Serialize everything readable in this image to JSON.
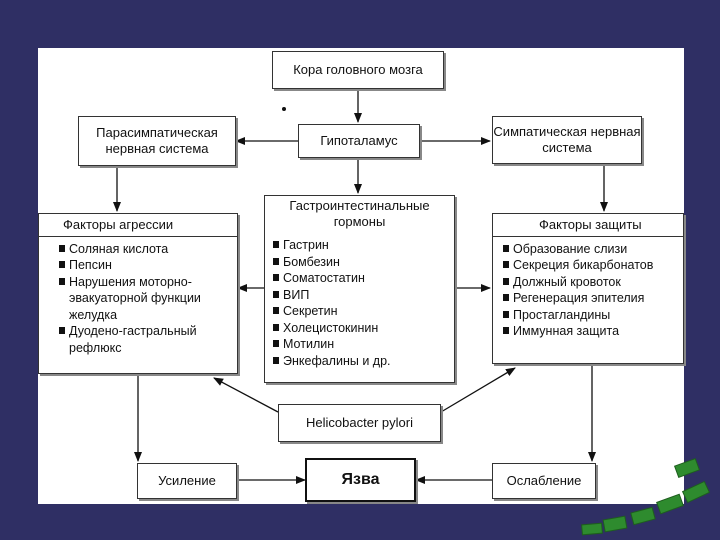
{
  "boxes": {
    "cortex": "Кора головного мозга",
    "hypothalamus": "Гипоталамус",
    "parasympathetic": "Парасимпатическая нервная система",
    "sympathetic": "Симпатическая нервная система",
    "hormones_title": "Гастроинтестинальные гормоны",
    "aggression_title": "Факторы агрессии",
    "defense_title": "Факторы защиты",
    "helicobacter": "Helicobacter pylori",
    "amplification": "Усиление",
    "ulcer": "Язва",
    "weakening": "Ослабление"
  },
  "aggression_items": [
    "Соляная кислота",
    "Пепсин",
    "Нарушения моторно-эвакуаторной функции желудка",
    "Дуодено-гастральный рефлюкс"
  ],
  "hormone_items": [
    "Гастрин",
    "Бомбезин",
    "Соматостатин",
    "ВИП",
    "Секретин",
    "Холецистокинин",
    "Мотилин",
    "Энкефалины и др."
  ],
  "defense_items": [
    "Образование слизи",
    "Секреция бикарбонатов",
    "Должный кровоток",
    "Регенерация эпителия",
    "Простагландины",
    "Иммунная защита"
  ],
  "colors": {
    "background": "#2f2f64",
    "panel": "#ffffff",
    "decoration": "#2e8b2e"
  }
}
